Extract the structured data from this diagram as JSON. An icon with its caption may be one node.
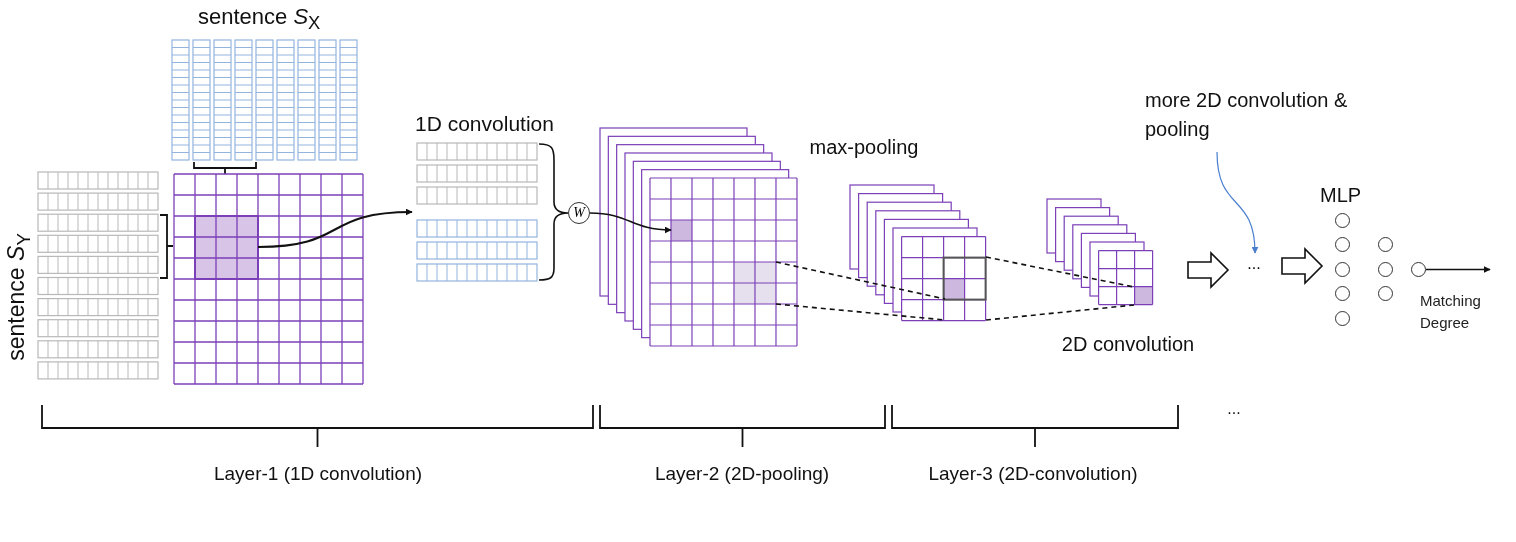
{
  "diagram": {
    "nodes": [
      {
        "text": [
          "sentence *S*$_{X}$"
        ]
      },
      {
        "text": [
          "sentence *S*$_{Y}$"
        ]
      },
      {
        "text": [],
        "shape": "box"
      },
      {
        "text": [
          "1D convolution"
        ]
      },
      {
        "text": [
          "W"
        ]
      },
      {
        "text": [],
        "shape": "box"
      },
      {
        "text": [],
        "shape": "box"
      },
      {
        "text": [],
        "shape": "box"
      },
      {
        "text": [
          "more 2D convolution & pooling"
        ]
      },
      {
        "text": [
          "..."
        ]
      },
      {
        "text": [
          "MLP"
        ]
      },
      {
        "text": [],
        "shape": "circle",
        "in": 10
      },
      {
        "text": [],
        "shape": "circle",
        "in": 10
      },
      {
        "text": [],
        "shape": "circle",
        "in": 10
      },
      {
        "text": [],
        "shape": "circle",
        "in": 10
      },
      {
        "text": [],
        "shape": "circle",
        "in": 10
      },
      {
        "text": [],
        "shape": "circle"
      },
      {
        "text": [],
        "shape": "circle"
      },
      {
        "text": [],
        "shape": "circle"
      },
      {
        "text": [],
        "shape": "circle"
      }
    ],
    "edges": [
      {
        "from": 2,
        "to": 3,
        "arrow": "to"
      },
      {
        "from": 4,
        "to": 5,
        "arrow": "to"
      },
      {
        "from": 5,
        "to": 6,
        "arrow": "none",
        "style": "dashed"
      },
      {
        "from": 5,
        "to": 6,
        "arrow": "none",
        "style": "dashed"
      },
      {
        "from": 6,
        "to": 7,
        "arrow": "none",
        "style": "dashed"
      },
      {
        "from": 6,
        "to": 7,
        "arrow": "none",
        "style": "dashed"
      },
      {
        "from": 7,
        "to": 9,
        "arrow": "to",
        "style": "thick"
      },
      {
        "from": 9,
        "to": 10,
        "arrow": "to",
        "style": "thick"
      },
      {
        "from": 8,
        "to": 9,
        "arrow": "to",
        "color": "#4a7fd0"
      },
      {
        "from": 19,
        "to": null,
        "arrow": "to",
        "label": "Matching Degree"
      }
    ],
    "labels": [
      "max-pooling",
      "2D convolution",
      "Layer-1 (1D convolution)",
      "Layer-2 (2D-pooling)",
      "Layer-3 (2D-convolution)",
      "..."
    ]
  }
}
